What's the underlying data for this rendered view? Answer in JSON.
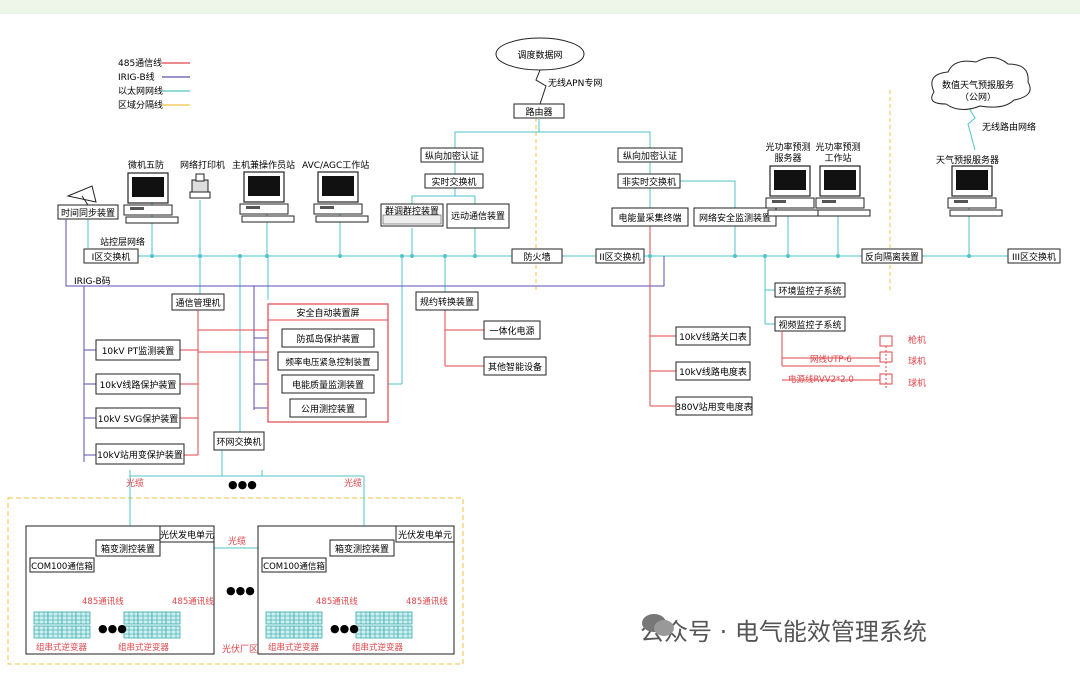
{
  "legend": {
    "items": [
      {
        "label": "485通信线",
        "color": "#e0454a"
      },
      {
        "label": "IRIG-B线",
        "color": "#5a4fb0"
      },
      {
        "label": "以太网网线",
        "color": "#4fc3c8"
      },
      {
        "label": "区域分隔线",
        "color": "#f0c040"
      }
    ]
  },
  "top": {
    "cloud_dispatch": "调度数据网",
    "apn": "无线APN专网",
    "router": "路由器",
    "cloud_weather_line1": "数值天气预报服务",
    "cloud_weather_line2": "（公网）",
    "wireless_net": "无线路由网络",
    "weather_server": "天气预报服务器"
  },
  "zone1": {
    "enc_auth_left": "纵向加密认证",
    "rt_switch": "实时交换机",
    "group_ctrl": "群调群控装置",
    "remote_comm": "远动通信装置",
    "ws_wufang": "微机五防",
    "ws_printer": "网络打印机",
    "ws_host": "主机兼操作员站",
    "ws_avc": "AVC/AGC工作站",
    "time_sync": "时间同步装置",
    "station_net": "站控层网络",
    "zone1_switch": "I区交换机",
    "irig": "IRIG-B码",
    "firewall": "防火墙",
    "comm_mgr": "通信管理机",
    "protocol_conv": "规约转换装置",
    "integrated_power": "一体化电源",
    "other_smart": "其他智能设备"
  },
  "left_devices": [
    "10kV PT监测装置",
    "10kV线路保护装置",
    "10kV SVG保护装置",
    "10kV站用变保护装置"
  ],
  "safety_panel": {
    "title": "安全自动装置屏",
    "items": [
      "防孤岛保护装置",
      "频率电压紧急控制装置",
      "电能质量监测装置",
      "公用测控装置"
    ]
  },
  "zone2": {
    "enc_auth_right": "纵向加密认证",
    "nrt_switch": "非实时交换机",
    "energy_term": "电能量采集终端",
    "net_security": "网络安全监测装置",
    "zone2_switch": "II区交换机",
    "meter_gate": "10kV线路关口表",
    "meter_elec": "10kV线路电度表",
    "meter_380": "380V站用变电度表",
    "pf_server_line1": "光功率预测",
    "pf_server_line2": "服务器",
    "pf_ws_line1": "光功率预测",
    "pf_ws_line2": "工作站",
    "reverse_iso": "反向隔离装置",
    "zone3_switch": "III区交换机",
    "env_monitor": "环境监控子系统",
    "video_monitor": "视频监控子系统",
    "utp": "网线UTP-6",
    "rvv": "电源线RVV2*2.0",
    "cam_gun": "枪机",
    "cam_ball1": "球机",
    "cam_ball2": "球机"
  },
  "field": {
    "ring_switch": "环网交换机",
    "dots": "●●●",
    "fiber1": "光缆",
    "fiber2": "光缆",
    "fiber3": "光缆",
    "pv_unit1": "光伏发电单元",
    "pv_unit2": "光伏发电单元",
    "box_ctrl1": "箱变测控装置",
    "box_ctrl2": "箱变测控装置",
    "com1": "COM100通信箱",
    "com2": "COM100通信箱",
    "rs485_a": "485通讯线",
    "rs485_b": "485通讯线",
    "rs485_c": "485通讯线",
    "rs485_d": "485通讯线",
    "inv_a": "组串式逆变器",
    "inv_b": "组串式逆变器",
    "inv_c": "组串式逆变器",
    "inv_d": "组串式逆变器",
    "plant_area": "光伏厂区"
  },
  "watermark": "公众号 · 电气能效管理系统"
}
